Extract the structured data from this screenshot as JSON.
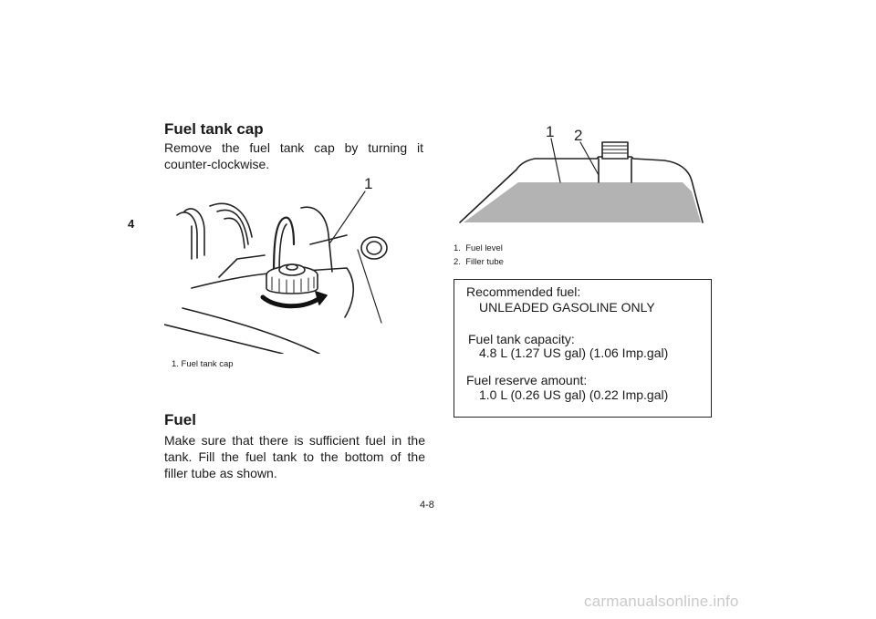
{
  "page": {
    "chapter": "4",
    "number": "4-8",
    "watermark": "carmanualsonline.info"
  },
  "fuel_tank_cap": {
    "heading": "Fuel tank cap",
    "body": "Remove the fuel tank cap by turning it counter-clockwise.",
    "figure_callout": "1",
    "caption": "1. Fuel tank cap"
  },
  "fuel": {
    "heading": "Fuel",
    "body": "Make sure that there is sufficient fuel in the tank. Fill the fuel tank to the bottom of the filler tube as shown.",
    "figure_callouts": [
      "1",
      "2"
    ],
    "captions": [
      "1.  Fuel level",
      "2.  Filler tube"
    ]
  },
  "fuel_box": {
    "recommended_label": "Recommended fuel:",
    "recommended_value": "UNLEADED GASOLINE ONLY",
    "capacity_label": "Fuel tank capacity:",
    "capacity_value": "4.8 L (1.27 US gal) (1.06 Imp.gal)",
    "reserve_label": "Fuel reserve amount:",
    "reserve_value": "1.0 L (0.26 US gal) (0.22 Imp.gal)"
  }
}
